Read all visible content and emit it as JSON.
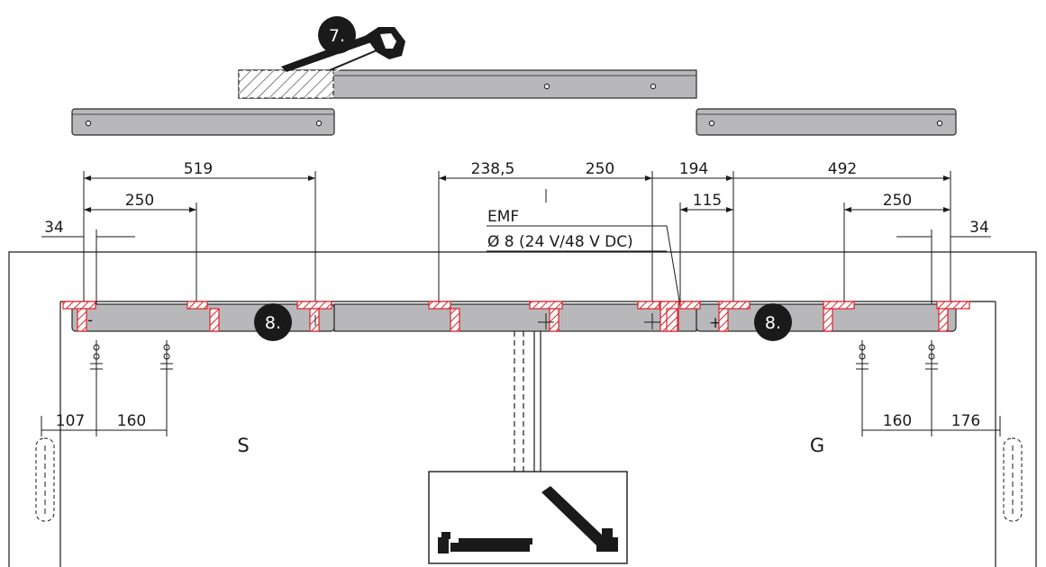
{
  "steps": {
    "saw_step": "7.",
    "mount_step_left": "8.",
    "mount_step_right": "8."
  },
  "dimensions": {
    "d519": "519",
    "d250_left": "250",
    "d34_left": "34",
    "d238_5": "238,5",
    "d250_center": "250",
    "d194": "194",
    "d115": "115",
    "d492": "492",
    "d250_right": "250",
    "d34_right": "34",
    "d107": "107",
    "d160_left": "160",
    "d160_right": "160",
    "d176": "176"
  },
  "labels": {
    "emf": "EMF",
    "emf_spec": "Ø 8 (24 V/48 V DC)",
    "leaf_s": "S",
    "leaf_g": "G",
    "plus_mark": "+",
    "minus_mark": "-"
  },
  "colors": {
    "rail": "#b8b8ba",
    "hatch": "#e0202a",
    "badge": "#1a1a1a",
    "line": "#1a1a1a"
  },
  "icons": [
    "saw-icon",
    "door-closer-icon"
  ]
}
